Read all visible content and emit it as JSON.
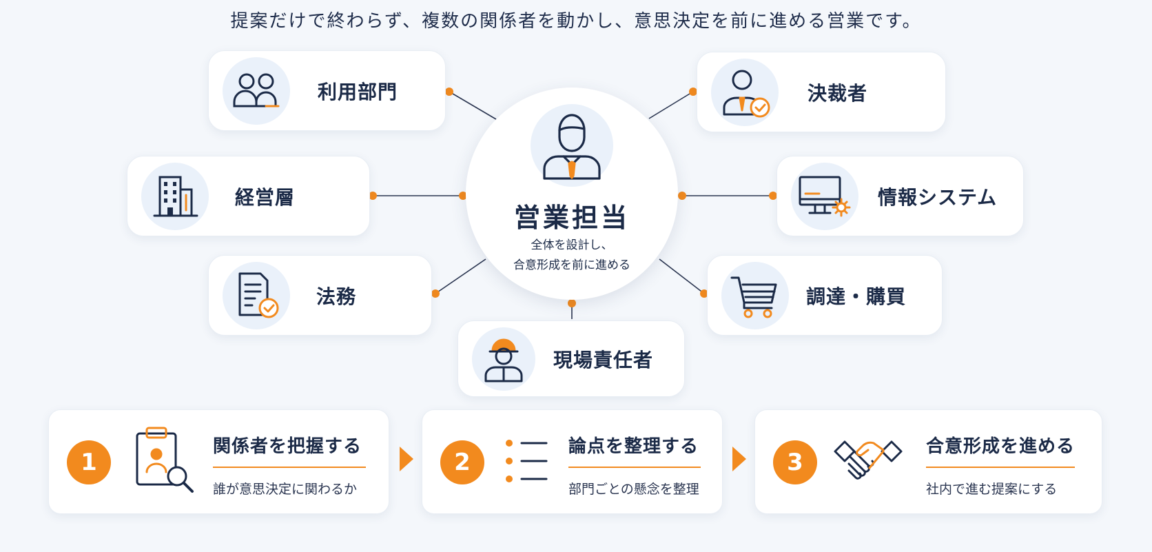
{
  "headline": "提案だけで終わらず、複数の関係者を動かし、意思決定を前に進める営業です。",
  "center": {
    "title": "営業担当",
    "sub_line1": "全体を設計し、",
    "sub_line2": "合意形成を前に進める",
    "icon": "businessman-icon"
  },
  "stakeholders": [
    {
      "label": "利用部門",
      "icon": "users-icon"
    },
    {
      "label": "決裁者",
      "icon": "approver-icon"
    },
    {
      "label": "経営層",
      "icon": "building-icon"
    },
    {
      "label": "情報システム",
      "icon": "monitor-gear-icon"
    },
    {
      "label": "法務",
      "icon": "document-check-icon"
    },
    {
      "label": "調達・購買",
      "icon": "cart-icon"
    },
    {
      "label": "現場責任者",
      "icon": "worker-helmet-icon"
    }
  ],
  "steps": [
    {
      "num": "1",
      "title": "関係者を把握する",
      "desc": "誰が意思決定に関わるか",
      "icon": "clipboard-search-icon"
    },
    {
      "num": "2",
      "title": "論点を整理する",
      "desc": "部門ごとの懸念を整理",
      "icon": "list-icon"
    },
    {
      "num": "3",
      "title": "合意形成を進める",
      "desc": "社内で進む提案にする",
      "icon": "handshake-icon"
    }
  ],
  "colors": {
    "accent": "#f28a1e",
    "navy": "#1b2a47",
    "icon_bg": "#eaf1fa",
    "background": "#f4f7fb"
  }
}
